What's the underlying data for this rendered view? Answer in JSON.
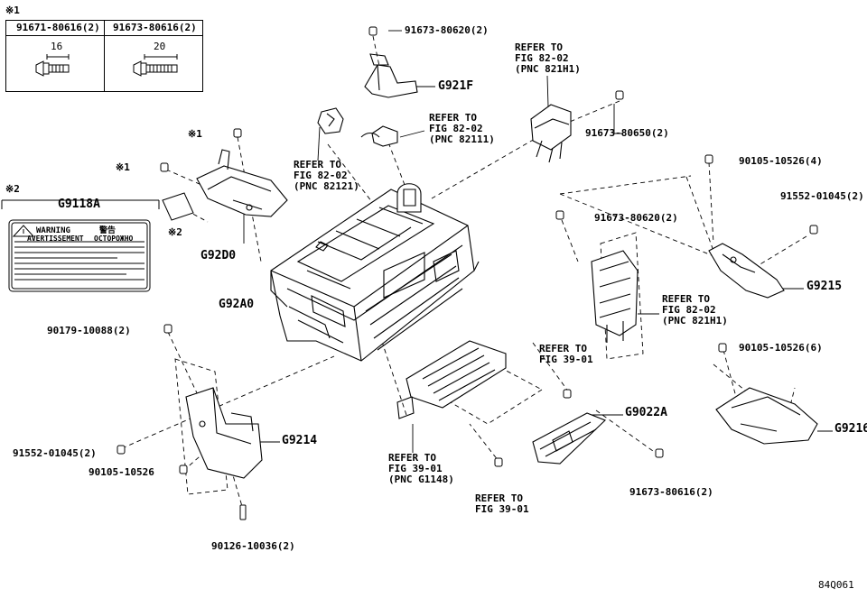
{
  "footnotes": {
    "mark1": "※1",
    "mark2": "※2"
  },
  "bolt_table": {
    "columns": [
      {
        "part": "91671-80616(2)",
        "length": "16"
      },
      {
        "part": "91673-80616(2)",
        "length": "20"
      }
    ]
  },
  "warning_label": {
    "part": "G9118A",
    "warning_text": "WARNING",
    "avertissement_text": "AVERTISSEMENT",
    "russian_text": "ОСТОРОЖНО",
    "cjk_text": "警告"
  },
  "callouts": {
    "top_bolt": "91673-80620(2)",
    "bracket_top": "G921F",
    "refer_left_1": "REFER TO",
    "refer_left_2": "FIG 82-02",
    "refer_left_3": "(PNC 82121)",
    "refer_mid_1": "REFER TO",
    "refer_mid_2": "FIG 82-02",
    "refer_mid_3": "(PNC 82111)",
    "refer_top_1": "REFER TO",
    "refer_top_2": "FIG 82-02",
    "refer_top_3": "(PNC 821H1)",
    "bolt_80650": "91673-80650(2)",
    "mark1_a": "※1",
    "mark1_b": "※1",
    "mark2_small": "※2",
    "cover": "G92D0",
    "inverter": "G92A0",
    "bolt_10526_4": "90105-10526(4)",
    "bolt_01045_r": "91552-01045(2)",
    "bolt_80620_r": "91673-80620(2)",
    "bracket_r": "G9215",
    "refer_r_1": "REFER TO",
    "refer_r_2": "FIG 82-02",
    "refer_r_3": "(PNC 821H1)",
    "bolt_10526_6": "90105-10526(6)",
    "bracket_r2": "G9216",
    "bolt_10088": "90179-10088(2)",
    "refer_391_1": "REFER TO",
    "refer_391_2": "FIG 39-01",
    "bracket_l": "G9214",
    "bolt_01045_l": "91552-01045(2)",
    "bolt_10526_l": "90105-10526",
    "stud_10036": "90126-10036(2)",
    "refer_g1148_1": "REFER TO",
    "refer_g1148_2": "FIG 39-01",
    "refer_g1148_3": "(PNC G1148)",
    "refer_392_1": "REFER TO",
    "refer_392_2": "FIG 39-01",
    "ecu": "G9022A",
    "bolt_80616": "91673-80616(2)"
  },
  "figure_code": "84Q061"
}
